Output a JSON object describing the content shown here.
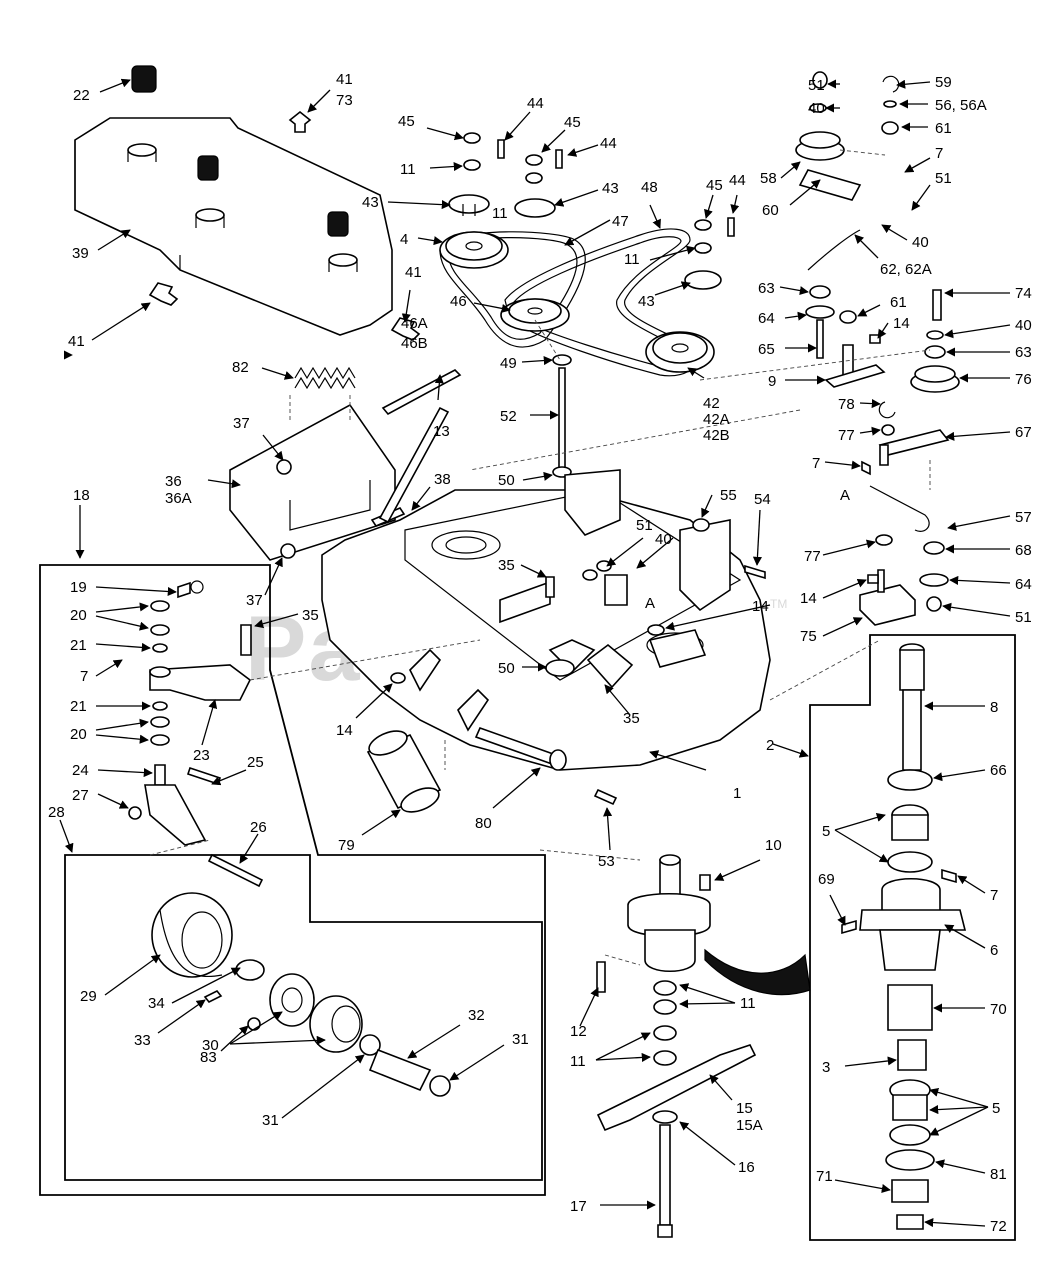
{
  "watermark": {
    "text": "PartsTree",
    "trademark": "TM"
  },
  "callouts": {
    "c1": "1",
    "c2": "2",
    "c3": "3",
    "c4": "4",
    "c5a": "5",
    "c5b": "5",
    "c6": "6",
    "c7a": "7",
    "c7b": "7",
    "c7c": "7",
    "c7d": "7",
    "c8": "8",
    "c9": "9",
    "c10": "10",
    "c11a": "11",
    "c11b": "11",
    "c11c": "11",
    "c11d": "11",
    "c11e": "11",
    "c12": "12",
    "c13": "13",
    "c14a": "14",
    "c14b": "14",
    "c14c": "14",
    "c14d": "14",
    "c15": "15",
    "c15a": "15A",
    "c16": "16",
    "c17": "17",
    "c18": "18",
    "c19": "19",
    "c20a": "20",
    "c20b": "20",
    "c21a": "21",
    "c21b": "21",
    "c22": "22",
    "c23": "23",
    "c24": "24",
    "c25": "25",
    "c26": "26",
    "c27": "27",
    "c28": "28",
    "c29": "29",
    "c30": "30",
    "c31a": "31",
    "c31b": "31",
    "c32": "32",
    "c33": "33",
    "c34": "34",
    "c35a": "35",
    "c35b": "35",
    "c35c": "35",
    "c36": "36",
    "c36a": "36A",
    "c37a": "37",
    "c37b": "37",
    "c38": "38",
    "c39": "39",
    "c40a": "40",
    "c40b": "40",
    "c40c": "40",
    "c40d": "40",
    "c41a": "41",
    "c41b": "41",
    "c41c": "41",
    "c42": "42",
    "c42a": "42A",
    "c42b": "42B",
    "c43a": "43",
    "c43b": "43",
    "c43c": "43",
    "c44a": "44",
    "c44b": "44",
    "c44c": "44",
    "c45a": "45",
    "c45b": "45",
    "c45c": "45",
    "c46": "46",
    "c46a": "46A",
    "c46b": "46B",
    "c47": "47",
    "c48": "48",
    "c49": "49",
    "c50a": "50",
    "c50b": "50",
    "c51a": "51",
    "c51b": "51",
    "c51c": "51",
    "c51d": "51",
    "c52": "52",
    "c53": "53",
    "c54": "54",
    "c55": "55",
    "c56": "56, 56A",
    "c57": "57",
    "c58": "58",
    "c59": "59",
    "c60": "60",
    "c61a": "61",
    "c61b": "61",
    "c62": "62, 62A",
    "c63a": "63",
    "c63b": "63",
    "c64a": "64",
    "c64b": "64",
    "c65": "65",
    "c66": "66",
    "c67": "67",
    "c68": "68",
    "c69": "69",
    "c70": "70",
    "c71": "71",
    "c72": "72",
    "c73": "73",
    "c74": "74",
    "c75": "75",
    "c76": "76",
    "c77a": "77",
    "c77b": "77",
    "c78": "78",
    "c79": "79",
    "c80": "80",
    "c81": "81",
    "c82": "82",
    "c83": "83",
    "ref_a1": "A",
    "ref_a2": "A"
  }
}
